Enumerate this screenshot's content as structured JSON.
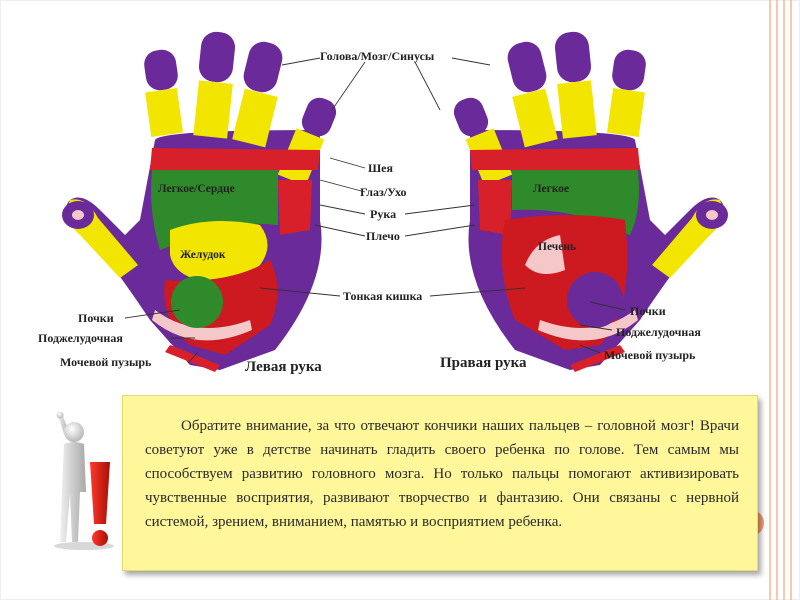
{
  "diagram": {
    "labels": {
      "head": "Голова/Мозг/Синусы",
      "neck": "Шея",
      "eye_ear": "Глаз/Ухо",
      "arm": "Рука",
      "shoulder": "Плечо",
      "small_intestine": "Тонкая кишка",
      "kidneys_left": "Почки",
      "pancreas_left": "Поджелудочная",
      "bladder_left": "Мочевой пузырь",
      "kidneys_right": "Почки",
      "pancreas_right": "Поджелудочная",
      "bladder_right": "Мочевой пузырь",
      "lung_heart": "Легкое/Сердце",
      "stomach": "Желудок",
      "lung": "Легкое",
      "liver": "Печень"
    },
    "hand_titles": {
      "left": "Левая рука",
      "right": "Правая рука"
    },
    "zone_colors": {
      "head": "#6a2a9a",
      "neck_eye": "#f2e600",
      "arm_shoulder": "#d8202a",
      "lung": "#2e8a2a",
      "stomach": "#f2e600",
      "intestine": "#cc1a20",
      "kidney": "#6a2a9a",
      "pancreas": "#f4c8c8"
    }
  },
  "note": {
    "text": "Обратите внимание, за что отвечают кончики наших пальцев – головной мозг! Врачи советуют уже в детстве начинать гладить своего ребенка по голове. Тем самым мы способствуем развитию головного мозга. Но только пальцы помогают активизировать чувственные восприятия, развивают творчество и фантазию.  Они связаны с нервной системой, зрением, вниманием, памятью и восприятием ребенка."
  },
  "decor": {
    "figure_icon": "person-with-exclamation-icon",
    "border_color": "#f3a37a"
  }
}
